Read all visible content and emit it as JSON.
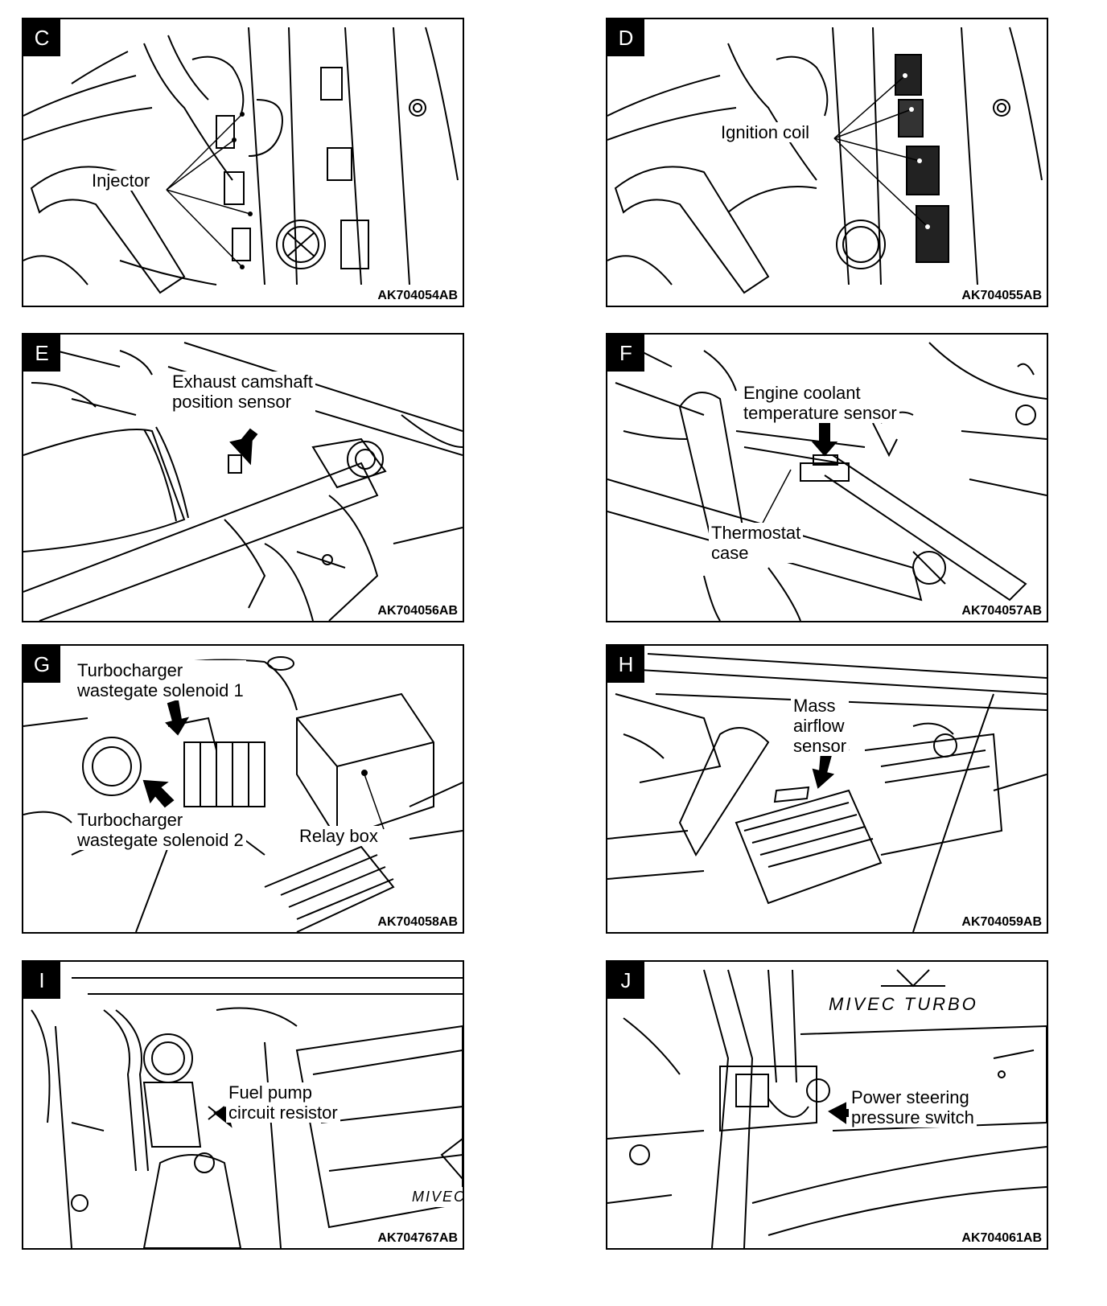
{
  "panels": [
    {
      "letter": "C",
      "code": "AK704054AB",
      "labels": [
        {
          "lines": [
            "Injector"
          ]
        }
      ]
    },
    {
      "letter": "D",
      "code": "AK704055AB",
      "labels": [
        {
          "lines": [
            "Ignition coil"
          ]
        }
      ]
    },
    {
      "letter": "E",
      "code": "AK704056AB",
      "labels": [
        {
          "lines": [
            "Exhaust camshaft",
            "position sensor"
          ]
        }
      ]
    },
    {
      "letter": "F",
      "code": "AK704057AB",
      "labels": [
        {
          "lines": [
            "Engine coolant",
            "temperature sensor"
          ]
        },
        {
          "lines": [
            "Thermostat",
            "case"
          ]
        }
      ]
    },
    {
      "letter": "G",
      "code": "AK704058AB",
      "labels": [
        {
          "lines": [
            "Turbocharger",
            "wastegate solenoid 1"
          ]
        },
        {
          "lines": [
            "Turbocharger",
            "wastegate solenoid 2"
          ]
        },
        {
          "lines": [
            "Relay box"
          ]
        }
      ]
    },
    {
      "letter": "H",
      "code": "AK704059AB",
      "labels": [
        {
          "lines": [
            "Mass",
            "airflow",
            "sensor"
          ]
        }
      ]
    },
    {
      "letter": "I",
      "code": "AK704767AB",
      "labels": [
        {
          "lines": [
            "Fuel pump",
            "circuit resistor"
          ]
        }
      ]
    },
    {
      "letter": "J",
      "code": "AK704061AB",
      "labels": [
        {
          "lines": [
            "Power steering",
            "pressure switch"
          ]
        }
      ]
    }
  ],
  "branding": {
    "mivec_turbo": "MIVEC TURBO",
    "mivec": "MIVEC"
  }
}
